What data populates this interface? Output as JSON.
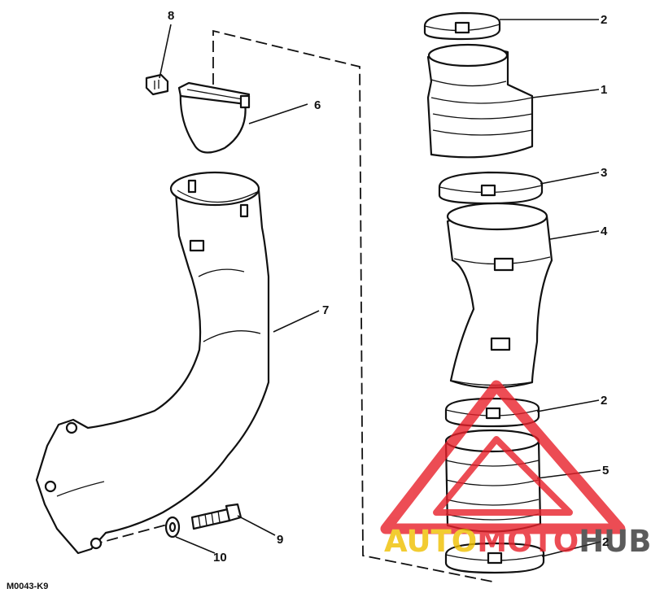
{
  "callouts": [
    {
      "id": "c1",
      "text": "1"
    },
    {
      "id": "c2a",
      "text": "2"
    },
    {
      "id": "c2b",
      "text": "2"
    },
    {
      "id": "c2c",
      "text": "2"
    },
    {
      "id": "c3",
      "text": "3"
    },
    {
      "id": "c4",
      "text": "4"
    },
    {
      "id": "c5",
      "text": "5"
    },
    {
      "id": "c6",
      "text": "6"
    },
    {
      "id": "c7",
      "text": "7"
    },
    {
      "id": "c8",
      "text": "8"
    },
    {
      "id": "c9",
      "text": "9"
    },
    {
      "id": "c10",
      "text": "10"
    }
  ],
  "figure_code": "M0043-K9",
  "watermark": {
    "part1": "AUTO",
    "part2": "MOTO",
    "part3": "HUB",
    "colors": {
      "accent": "#f0c000",
      "brand": "#e8202a",
      "dark": "#333333"
    }
  }
}
